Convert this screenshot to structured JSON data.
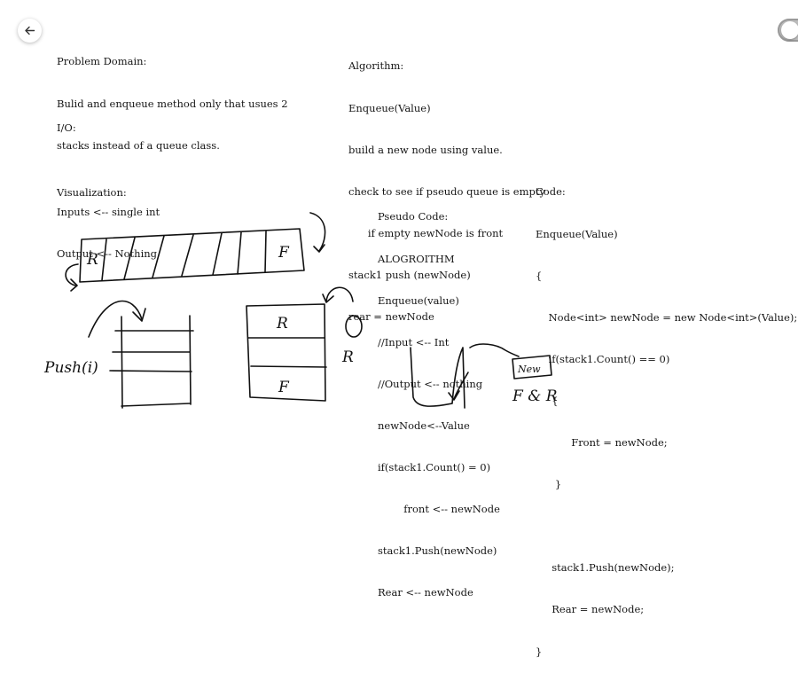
{
  "toolbar": {
    "back_icon": "arrow-left-icon",
    "toggle_icon": "toggle-switch"
  },
  "problem": {
    "heading": "Problem Domain:",
    "lines": [
      "Bulid and enqueue method only that usues 2",
      "stacks instead of a queue class."
    ]
  },
  "io": {
    "heading": "I/O:",
    "inputs": "Inputs <-- single int",
    "output": "Output <-- Nothing"
  },
  "visualization": {
    "heading": "Visualization:",
    "queue_front_label": "R",
    "queue_rear_label": "F",
    "push_label": "Push(i)",
    "stack_top_label": "R",
    "stack_bottom_label": "F",
    "side_label": "R"
  },
  "algorithm": {
    "lines": [
      "Algorithm:",
      "Enqueue(Value)",
      "build a new node using value.",
      "check to see if pseudo queue is empty",
      "      if empty newNode is front",
      "stack1 push (newNode)",
      "rear = newNode"
    ]
  },
  "pseudo": {
    "lines": [
      "Pseudo Code:",
      "ALOGROITHM",
      "Enqueue(value)",
      "//Input <-- Int",
      "//Output <-- nothing",
      "newNode<--Value",
      "if(stack1.Count() = 0)",
      "        front <-- newNode",
      "stack1.Push(newNode)",
      "Rear <-- newNode"
    ]
  },
  "code": {
    "lines": [
      "Code:",
      "Enqueue(Value)",
      "{",
      "    Node<int> newNode = new Node<int>(Value);",
      "    if(stack1.Count() == 0)",
      "     {",
      "           Front = newNode;",
      "      }",
      "",
      "     stack1.Push(newNode);",
      "     Rear = newNode;",
      "}"
    ]
  },
  "diagram2": {
    "node_label": "New",
    "fr_label": "F & R"
  }
}
